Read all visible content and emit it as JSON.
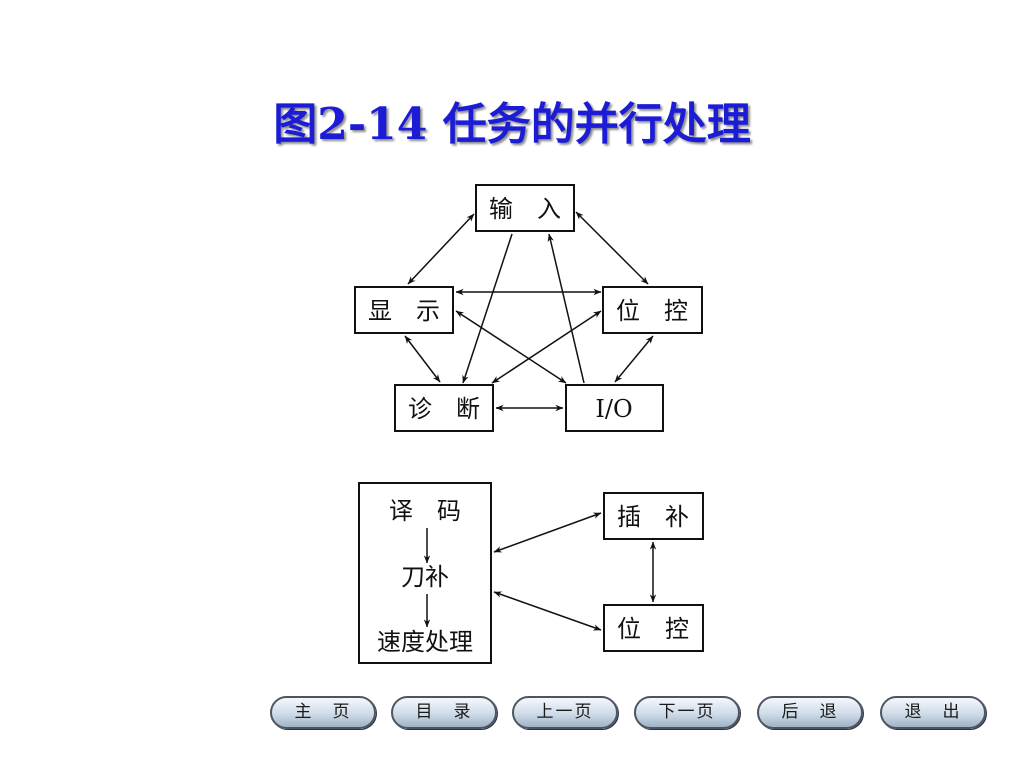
{
  "title": "图2-14 任务的并行处理",
  "diagram_top": {
    "input": "输　入",
    "display": "显　示",
    "position_ctrl": "位　控",
    "diagnose": "诊　断",
    "io": "I/O"
  },
  "diagram_bottom": {
    "decode": "译　码",
    "tool_comp": "刀补",
    "speed_proc": "速度处理",
    "interp": "插　补",
    "position_ctrl": "位　控"
  },
  "nav": {
    "home": "主　页",
    "toc": "目　录",
    "prev": "上一页",
    "next": "下一页",
    "back": "后　退",
    "exit": "退　出"
  }
}
